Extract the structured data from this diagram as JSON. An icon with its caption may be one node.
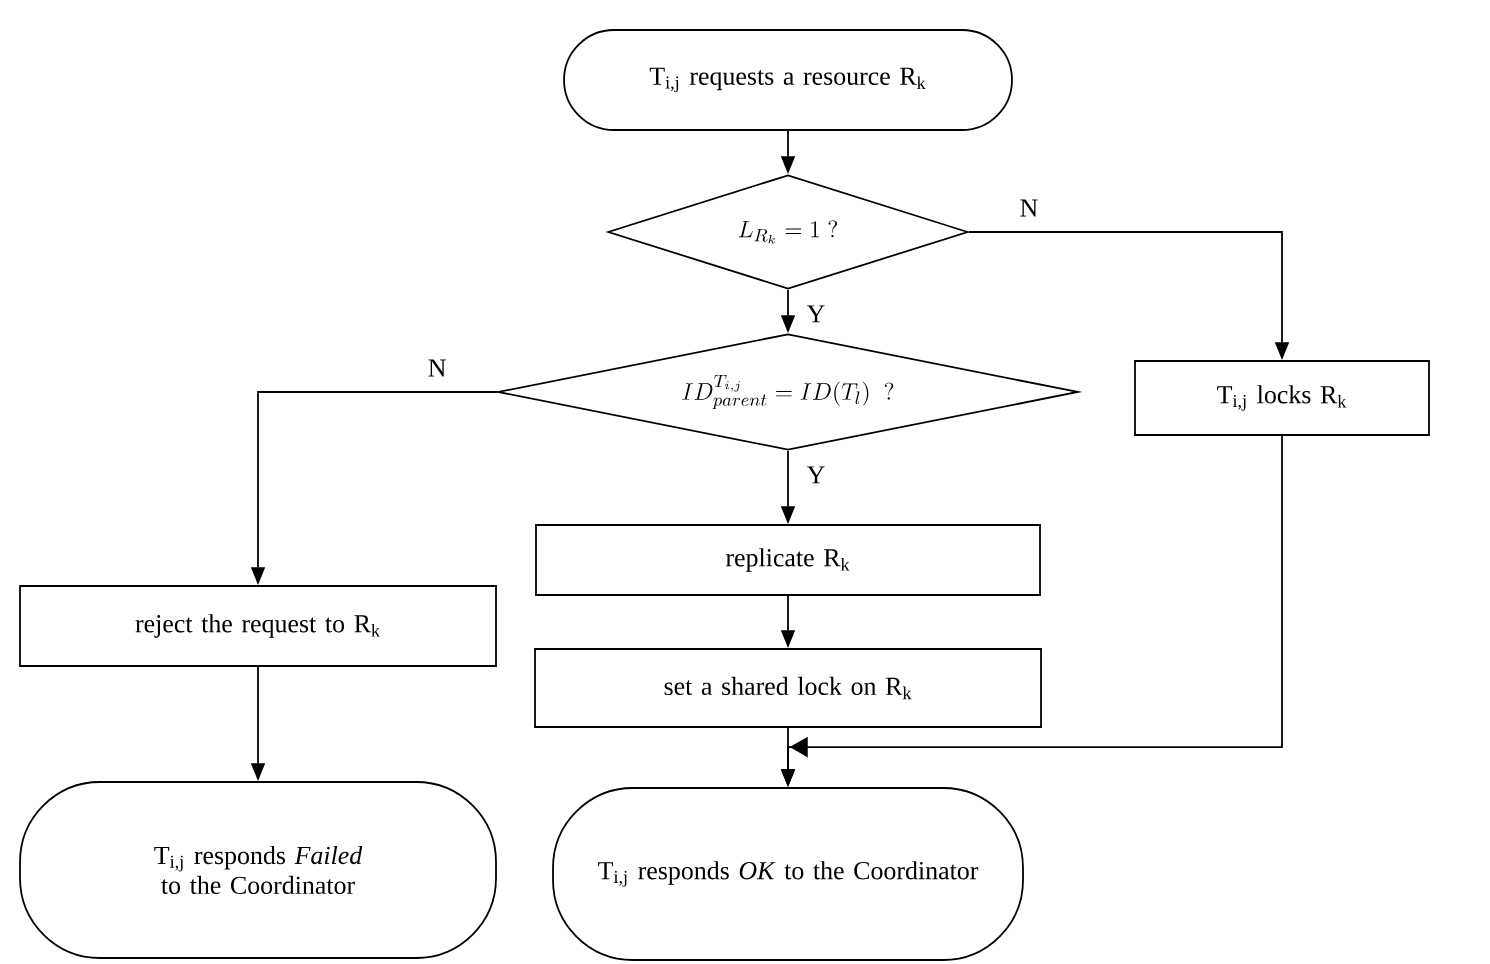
{
  "diagram": {
    "nodes": [
      {
        "text": [
          "T$_{i,j}$ requests a resource R$_{k}$"
        ]
      },
      {
        "text": [
          "L_{R_k} = 1\\ ?"
        ]
      },
      {
        "text": [
          "ID^{T_{i,j}}_{parent} = ID(T_l)\\ \\ ?"
        ]
      },
      {
        "text": [
          "T$_{i,j}$ locks R$_{k}$"
        ]
      },
      {
        "text": [
          "replicate R$_{k}$"
        ]
      },
      {
        "text": [
          "reject the request to R$_{k}$"
        ]
      },
      {
        "text": [
          "set a shared lock on R$_{k}$"
        ]
      },
      {
        "text": [
          "T$_{i,j}$ responds *Failed* to the Coordinator"
        ]
      },
      {
        "text": [
          "T$_{i,j}$ responds *OK* to the Coordinator"
        ]
      }
    ],
    "edges": [
      {
        "from": 0,
        "to": 1,
        "arrow": "to"
      },
      {
        "from": 1,
        "to": 2,
        "arrow": "to",
        "label": "Y"
      },
      {
        "from": 1,
        "to": 3,
        "arrow": "to",
        "label": "N"
      },
      {
        "from": 2,
        "to": 5,
        "arrow": "to",
        "label": "N"
      },
      {
        "from": 2,
        "to": 4,
        "arrow": "to",
        "label": "Y"
      },
      {
        "from": 4,
        "to": 6,
        "arrow": "to"
      },
      {
        "from": 5,
        "to": 7,
        "arrow": "to"
      },
      {
        "from": 6,
        "to": 8,
        "arrow": "to"
      },
      {
        "from": 3,
        "to": 8,
        "arrow": "to"
      }
    ]
  }
}
